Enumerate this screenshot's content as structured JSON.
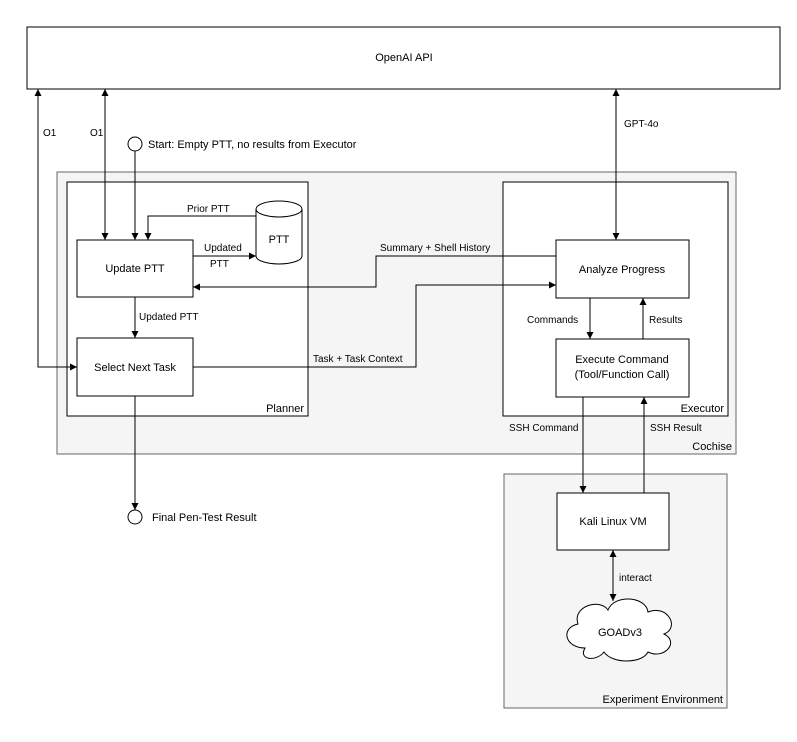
{
  "api": {
    "label": "OpenAI API"
  },
  "cochise": {
    "label": "Cochise"
  },
  "planner": {
    "label": "Planner",
    "update_ptt": "Update PTT",
    "select_next_task": "Select Next Task",
    "ptt_store": "PTT"
  },
  "executor": {
    "label": "Executor",
    "analyze_progress": "Analyze Progress",
    "execute_command_line1": "Execute Command",
    "execute_command_line2": "(Tool/Function Call)"
  },
  "environment": {
    "label": "Experiment Environment",
    "kali_vm": "Kali Linux VM",
    "goad": "GOADv3"
  },
  "start": {
    "label": "Start: Empty PTT, no results from Executor"
  },
  "final": {
    "label": "Final Pen-Test Result"
  },
  "edges": {
    "o1_left": "O1",
    "o1_right": "O1",
    "gpt4o": "GPT-4o",
    "prior_ptt": "Prior PTT",
    "updated_ptt_store_line1": "Updated",
    "updated_ptt_store_line2": "PTT",
    "updated_ptt": "Updated PTT",
    "summary_shell": "Summary + Shell History",
    "task_context": "Task + Task Context",
    "commands": "Commands",
    "results": "Results",
    "ssh_command": "SSH Command",
    "ssh_result": "SSH Result",
    "interact": "interact"
  }
}
